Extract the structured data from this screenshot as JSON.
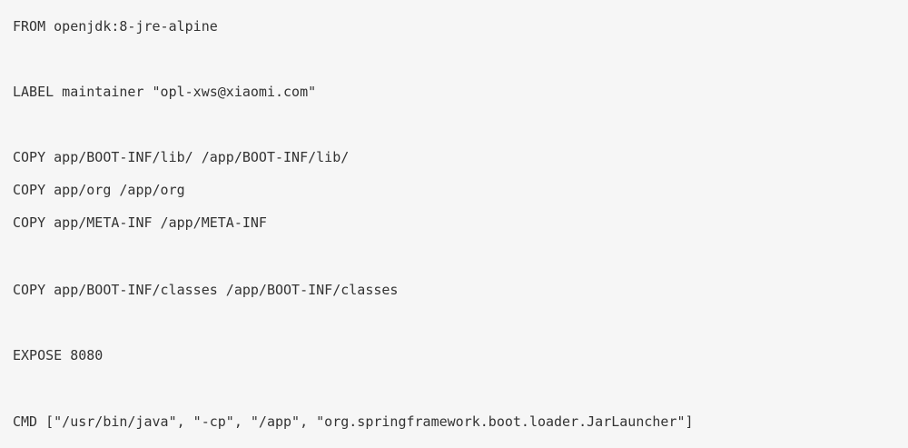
{
  "dockerfile": {
    "lines": [
      "FROM openjdk:8-jre-alpine",
      "LABEL maintainer \"opl-xws@xiaomi.com\"",
      "COPY app/BOOT-INF/lib/ /app/BOOT-INF/lib/",
      "COPY app/org /app/org",
      "COPY app/META-INF /app/META-INF",
      "COPY app/BOOT-INF/classes /app/BOOT-INF/classes",
      "EXPOSE 8080",
      "CMD [\"/usr/bin/java\", \"-cp\", \"/app\", \"org.springframework.boot.loader.JarLauncher\"]"
    ]
  }
}
